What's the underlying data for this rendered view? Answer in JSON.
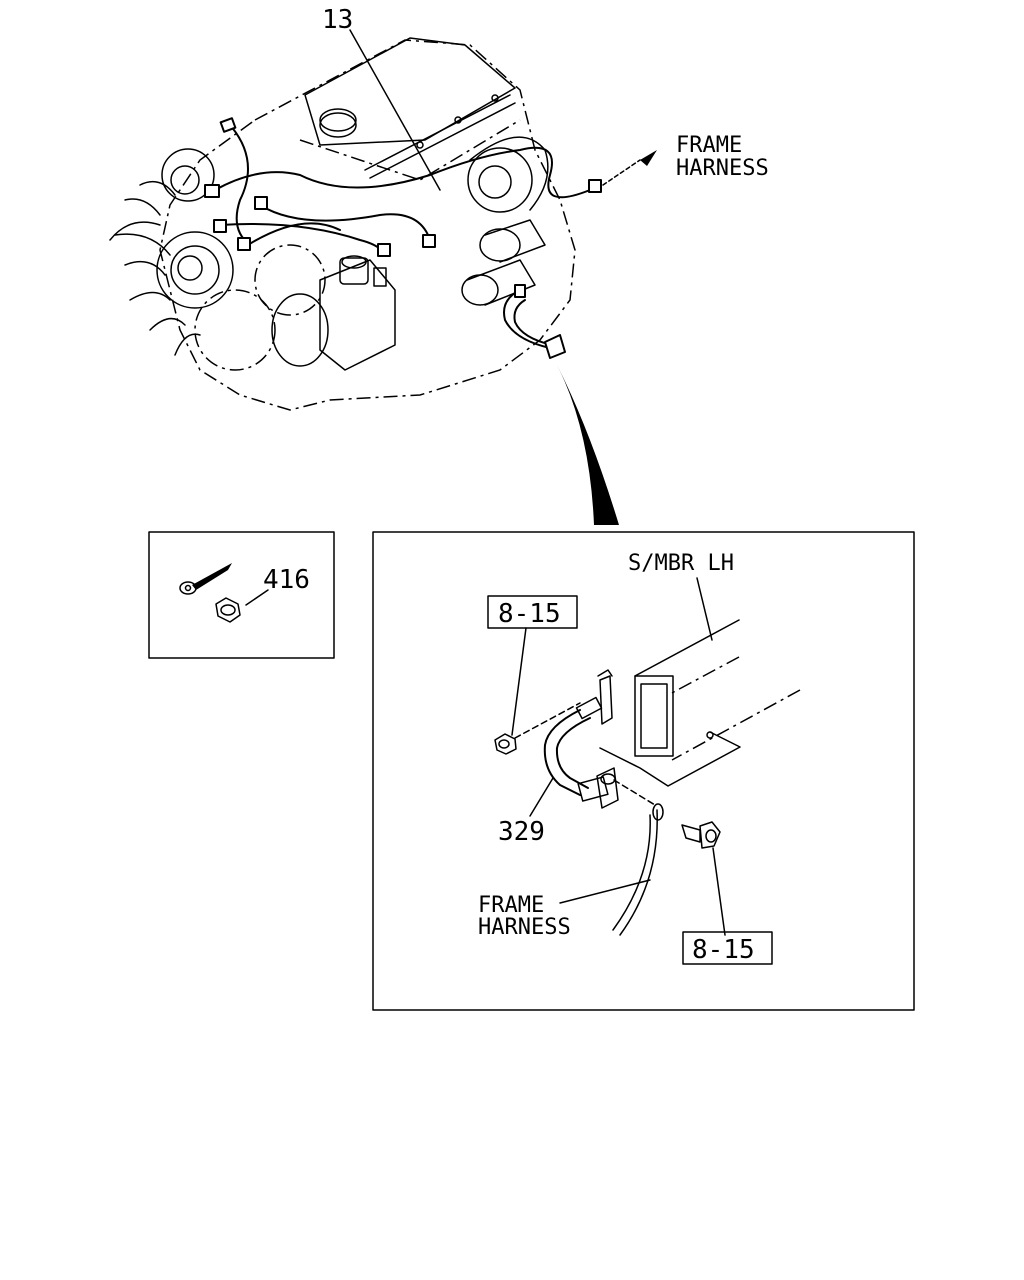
{
  "labels": {
    "engine_callout": "13",
    "frame_harness_top_line1": "FRAME",
    "frame_harness_top_line2": "HARNESS",
    "nut_callout": "416",
    "member_label": "S/MBR LH",
    "ref_top": "8-15",
    "bracket_callout": "329",
    "frame_harness_bottom_line1": "FRAME",
    "frame_harness_bottom_line2": "HARNESS",
    "ref_bottom": "8-15"
  }
}
